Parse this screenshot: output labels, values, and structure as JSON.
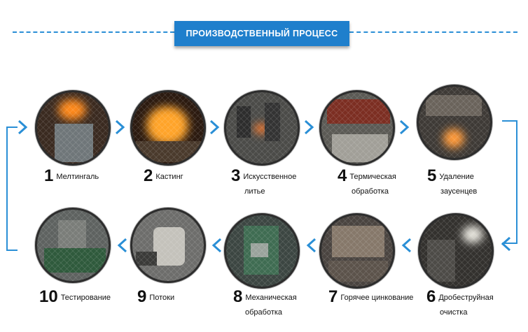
{
  "header": {
    "title": "ПРОИЗВОДСТВЕННЫЙ ПРОЦЕСС"
  },
  "colors": {
    "accent": "#1f7fcc",
    "arrow": "#2a8fd6"
  },
  "steps": [
    {
      "num": "1",
      "label_line1": "Мелтингаль",
      "label_line2": ""
    },
    {
      "num": "2",
      "label_line1": "Кастинг",
      "label_line2": ""
    },
    {
      "num": "3",
      "label_line1": "Искусственное",
      "label_line2": "литье"
    },
    {
      "num": "4",
      "label_line1": "Термическая",
      "label_line2": "обработка"
    },
    {
      "num": "5",
      "label_line1": "Удаление",
      "label_line2": "заусенцев"
    },
    {
      "num": "6",
      "label_line1": "Дробеструйная",
      "label_line2": "очистка"
    },
    {
      "num": "7",
      "label_line1": "Горячее цинкование",
      "label_line2": ""
    },
    {
      "num": "8",
      "label_line1": "Механическая",
      "label_line2": "обработка"
    },
    {
      "num": "9",
      "label_line1": "Потоки",
      "label_line2": ""
    },
    {
      "num": "10",
      "label_line1": "Тестирование",
      "label_line2": ""
    }
  ]
}
